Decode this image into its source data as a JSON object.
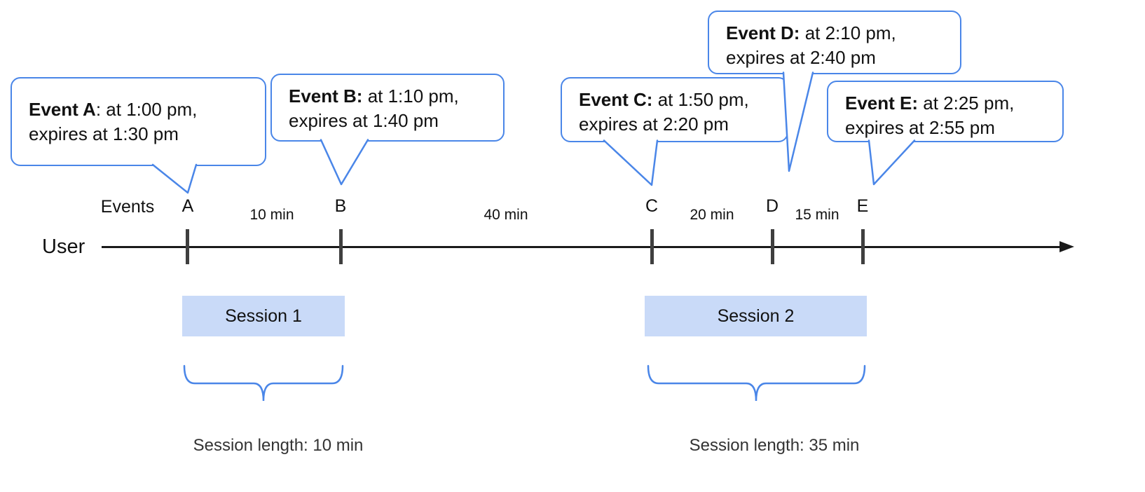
{
  "timeline": {
    "user_label": "User",
    "events_label": "Events"
  },
  "events": [
    {
      "letter": "A",
      "bubble": {
        "bold": "Event A",
        "rest": ": at 1:00 pm,",
        "line2": "expires at 1:30 pm"
      }
    },
    {
      "letter": "B",
      "bubble": {
        "bold": "Event B:",
        "rest": " at 1:10 pm,",
        "line2": "expires at 1:40 pm"
      }
    },
    {
      "letter": "C",
      "bubble": {
        "bold": "Event C:",
        "rest": " at 1:50 pm,",
        "line2": "expires at 2:20 pm"
      }
    },
    {
      "letter": "D",
      "bubble": {
        "bold": "Event D:",
        "rest": " at 2:10 pm,",
        "line2": "expires at 2:40 pm"
      }
    },
    {
      "letter": "E",
      "bubble": {
        "bold": "Event E:",
        "rest": " at 2:25 pm,",
        "line2": "expires at 2:55 pm"
      }
    }
  ],
  "intervals": [
    {
      "label": "10 min"
    },
    {
      "label": "40 min"
    },
    {
      "label": "20 min"
    },
    {
      "label": "15 min"
    }
  ],
  "sessions": [
    {
      "label": "Session 1",
      "length": "Session length: 10 min"
    },
    {
      "label": "Session 2",
      "length": "Session length: 35 min"
    }
  ],
  "colors": {
    "accent_blue": "#4a86e8",
    "session_fill": "#c9daf8"
  }
}
